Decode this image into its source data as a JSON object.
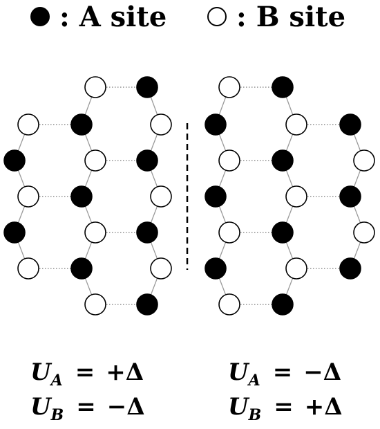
{
  "legend": {
    "a_label": ": A site",
    "b_label": ": B site",
    "a_color": "#000000",
    "b_color": "#ffffff"
  },
  "equations": {
    "left": {
      "a": {
        "var": "U",
        "sub": "A",
        "op": "=",
        "val": "+Δ"
      },
      "b": {
        "var": "U",
        "sub": "B",
        "op": "=",
        "val": "−Δ"
      }
    },
    "right": {
      "a": {
        "var": "U",
        "sub": "A",
        "op": "=",
        "val": "−Δ"
      },
      "b": {
        "var": "U",
        "sub": "B",
        "op": "=",
        "val": "+Δ"
      }
    }
  }
}
